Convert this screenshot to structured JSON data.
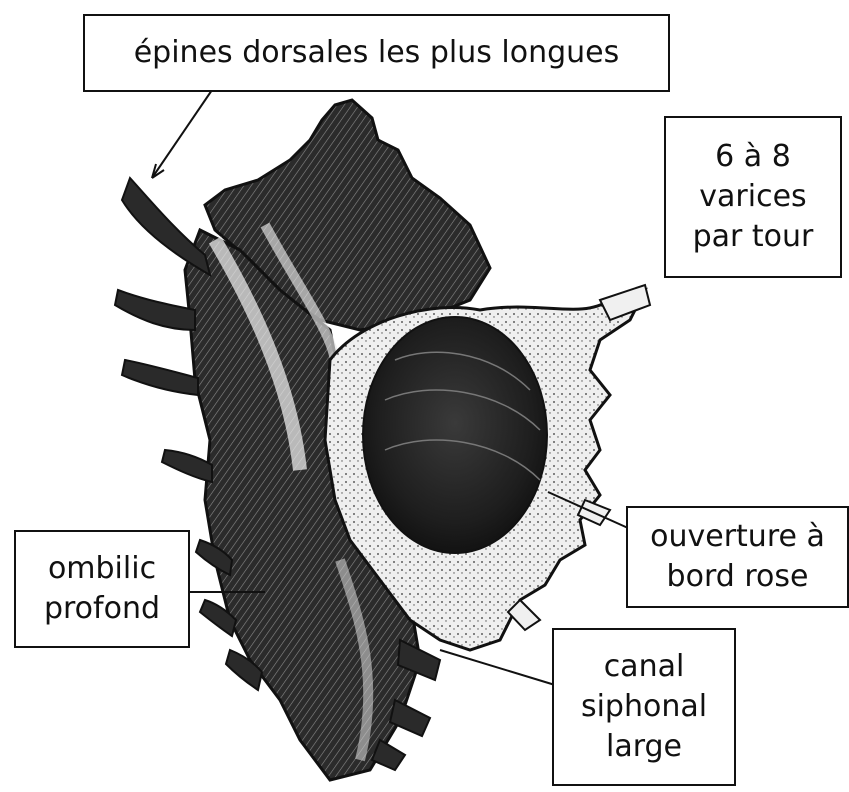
{
  "labels": {
    "dorsal_spines": [
      "épines dorsales les plus longues"
    ],
    "varices": [
      "6 à 8",
      "varices",
      "par tour"
    ],
    "aperture": [
      "ouverture à",
      "bord rose"
    ],
    "umbilicus": [
      "ombilic",
      "profond"
    ],
    "siphonal_canal": [
      "canal",
      "siphonal",
      "large"
    ]
  },
  "colors": {
    "ink": "#111111",
    "shell_dark": "#1c1c1c",
    "shell_mid": "#6a6a6a",
    "shell_light": "#f2f2f2"
  }
}
